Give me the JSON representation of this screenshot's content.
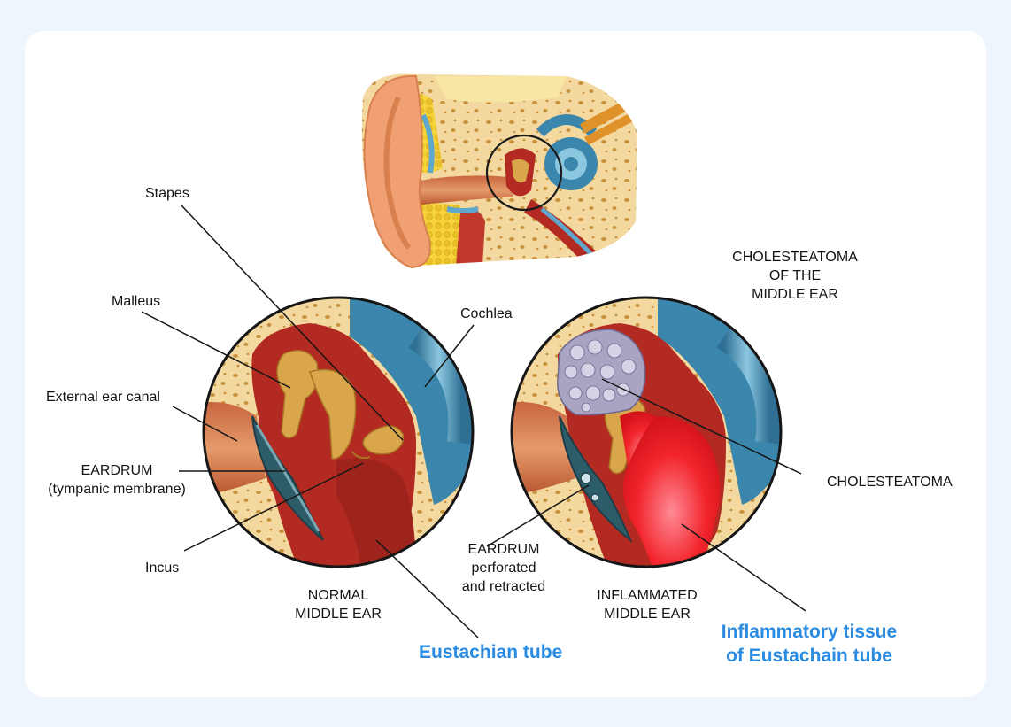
{
  "labels": {
    "stapes": "Stapes",
    "malleus": "Malleus",
    "cochlea": "Cochlea",
    "external_ear_canal": "External ear canal",
    "eardrum": "EARDRUM\n(tympanic membrane)",
    "incus": "Incus",
    "normal_middle_ear": "NORMAL\nMIDDLE EAR",
    "eustachian_tube": "Eustachian tube",
    "cholesteatoma_title": "CHOLESTEATOMA\nOF THE\nMIDDLE EAR",
    "cholesteatoma": "CHOLESTEATOMA",
    "eardrum_perforated": "EARDRUM\nperforated\nand retracted",
    "inflamed_middle_ear": "INFLAMMATED\nMIDDLE EAR",
    "inflammatory_tissue": "Inflammatory tissue\nof Eustachain tube"
  },
  "colors": {
    "page_background": "#eef5fd",
    "card_background": "#ffffff",
    "accent_blue": "#2a8be0",
    "bone": "#f3d9a0",
    "tissue_red": "#b32a22",
    "inflamed_red": "#f2242b",
    "cochlea_blue": "#3b86ad",
    "ossicle_gold": "#d9a64b",
    "cholesteatoma_gray": "#a9a4c2"
  }
}
